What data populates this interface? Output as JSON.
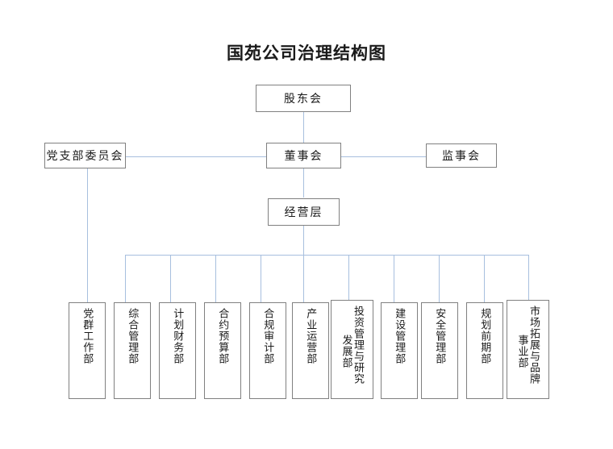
{
  "title": "国苑公司治理结构图",
  "colors": {
    "box_border": "#808080",
    "connector": "#A7BFDE",
    "text": "#1a1a1a",
    "background": "#ffffff"
  },
  "nodes": {
    "shareholders": {
      "label": "股东会"
    },
    "party_committee": {
      "label": "党支部委员会"
    },
    "board_of_directors": {
      "label": "董事会"
    },
    "board_of_supervisors": {
      "label": "监事会"
    },
    "management": {
      "label": "经营层"
    }
  },
  "departments": [
    {
      "id": "party-mass-work",
      "primary": "党群工作部",
      "secondary": "",
      "full": "党群工作部"
    },
    {
      "id": "general-management",
      "primary": "综合管理部",
      "secondary": "",
      "full": "综合管理部"
    },
    {
      "id": "planning-finance",
      "primary": "计划财务部",
      "secondary": "",
      "full": "计划财务部"
    },
    {
      "id": "contract-budget",
      "primary": "合约预算部",
      "secondary": "",
      "full": "合约预算部"
    },
    {
      "id": "compliance-audit",
      "primary": "合规审计部",
      "secondary": "",
      "full": "合规审计部"
    },
    {
      "id": "industry-operation",
      "primary": "产业运营部",
      "secondary": "",
      "full": "产业运营部"
    },
    {
      "id": "investment-research",
      "primary": "投资管理与研究",
      "secondary": "发展部",
      "full": "投资管理与研究发展部"
    },
    {
      "id": "construction-management",
      "primary": "建设管理部",
      "secondary": "",
      "full": "建设管理部"
    },
    {
      "id": "safety-management",
      "primary": "安全管理部",
      "secondary": "",
      "full": "安全管理部"
    },
    {
      "id": "planning-preliminary",
      "primary": "规划前期部",
      "secondary": "",
      "full": "规划前期部"
    },
    {
      "id": "market-brand",
      "primary": "市场拓展与品牌",
      "secondary": "事业部",
      "full": "市场拓展与品牌事业部"
    }
  ]
}
